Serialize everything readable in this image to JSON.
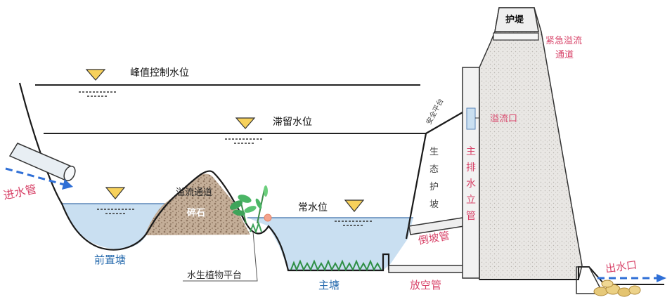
{
  "labels": {
    "peak_level": "峰值控制水位",
    "detention_level": "滞留水位",
    "normal_level": "常水位",
    "inlet_pipe": "进水管",
    "forebay": "前置塘",
    "overflow_channel": "溢流通道",
    "gravel": "碎石",
    "aquatic_platform": "水生植物平台",
    "main_pond": "主塘",
    "safety_platform": "安全平台",
    "eco_slope": "生态护坡",
    "overflow_outlet": "溢流口",
    "main_riser": "主排水立管",
    "reverse_slope_pipe": "倒坡管",
    "drain_pipe": "放空管",
    "dike": "护堤",
    "emergency_spillway": "紧急溢流通道",
    "outlet": "出水口"
  },
  "colors": {
    "water": "#c9dff1",
    "water_edge": "#5a86b8",
    "accent_red": "#d8456a",
    "flow_arrow": "#2f6fd6",
    "triangle_fill": "#f7d15b",
    "gravel": "#b8a28e",
    "dike_fill": "#e4e2df",
    "plant_green": "#3fa45a"
  }
}
